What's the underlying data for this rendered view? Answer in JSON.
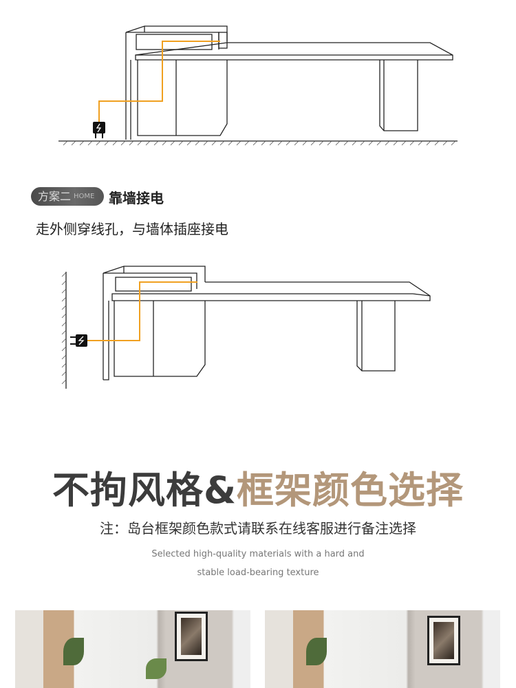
{
  "section": {
    "badge": "方案二",
    "badge_overlay": "HOME",
    "heading": "靠墙接电",
    "description": "走外侧穿线孔，与墙体插座接电"
  },
  "title": {
    "part1": "不拘风格&",
    "part2": "框架颜色选择"
  },
  "note": "注：岛台框架颜色款式请联系在线客服进行备注选择",
  "english": [
    "Selected high-quality materials with a hard and",
    "stable load-bearing texture"
  ],
  "colors": {
    "wire": "#f0a020",
    "accent": "#b3977a",
    "dark": "#3c3c3c"
  },
  "icons": [
    "plug-icon",
    "wall-socket-icon"
  ]
}
